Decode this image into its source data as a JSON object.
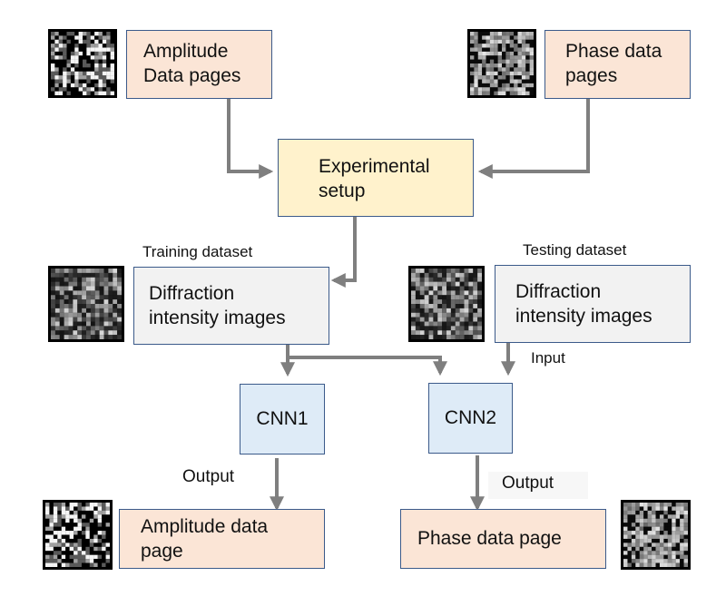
{
  "nodes": {
    "amplitude_pages": {
      "line1": "Amplitude",
      "line2": "Data pages"
    },
    "phase_pages": {
      "line1": "Phase data",
      "line2": "pages"
    },
    "experimental_setup": {
      "line1": "Experimental",
      "line2": "setup"
    },
    "train_diffraction": {
      "line1": "Diffraction",
      "line2": "intensity images"
    },
    "test_diffraction": {
      "line1": "Diffraction",
      "line2": "intensity images"
    },
    "cnn1": {
      "label": "CNN1"
    },
    "cnn2": {
      "label": "CNN2"
    },
    "amplitude_output": {
      "line1": "Amplitude data",
      "line2": "page"
    },
    "phase_output": {
      "label": "Phase data page"
    }
  },
  "labels": {
    "training_dataset": "Training dataset",
    "testing_dataset": "Testing dataset",
    "input": "Input",
    "output_cnn1": "Output",
    "output_cnn2": "Output"
  },
  "colors": {
    "peach": "#fbe5d6",
    "yellow": "#fff2cc",
    "gray": "#f2f2f2",
    "blue": "#deebf7",
    "border": "#3b5a8a",
    "arrow": "#7f7f7f"
  },
  "thumbnails": [
    {
      "name": "amplitude-pages-thumbnail",
      "kind": "binary"
    },
    {
      "name": "phase-pages-thumbnail",
      "kind": "gray"
    },
    {
      "name": "train-diffraction-thumbnail",
      "kind": "diffraction"
    },
    {
      "name": "test-diffraction-thumbnail",
      "kind": "diffraction"
    },
    {
      "name": "amplitude-output-thumbnail",
      "kind": "binary"
    },
    {
      "name": "phase-output-thumbnail",
      "kind": "gray"
    }
  ]
}
